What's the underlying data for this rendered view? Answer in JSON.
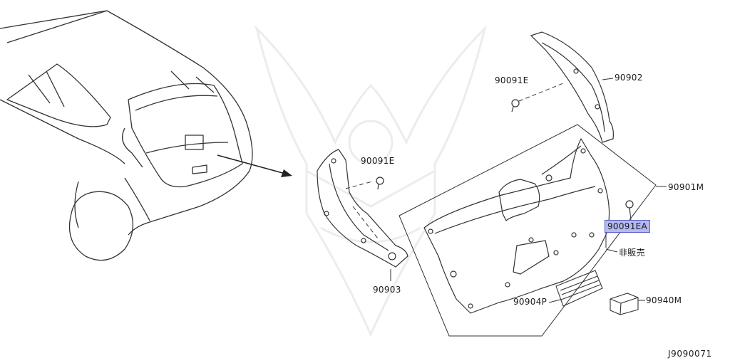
{
  "diagram": {
    "parts": {
      "p90091E_top": "90091E",
      "p90902": "90902",
      "p90091E_left": "90091E",
      "p90901M": "90901M",
      "p90091EA": "90091EA",
      "p_not_sold": "非販売",
      "p90903": "90903",
      "p90904P": "90904P",
      "p90940M": "90940M"
    },
    "highlight_color": "#b4b9f0",
    "diagram_code": "J9090071"
  }
}
